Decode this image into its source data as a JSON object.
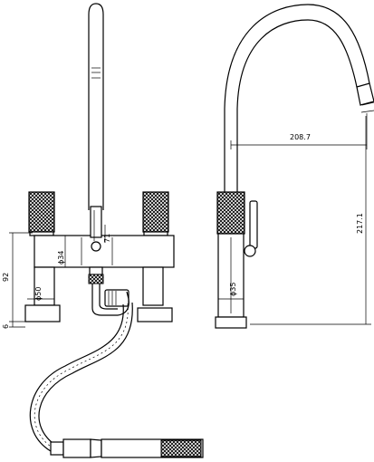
{
  "diagram": {
    "front_view": {
      "dimensions": {
        "spout_offset": "71",
        "body_diameter": "ϕ34",
        "base_diameter": "ϕ50",
        "height": "92",
        "base_thickness": "6"
      }
    },
    "side_view": {
      "dimensions": {
        "reach": "208.7",
        "spout_height": "217.1",
        "body_diameter": "ϕ35"
      }
    }
  }
}
